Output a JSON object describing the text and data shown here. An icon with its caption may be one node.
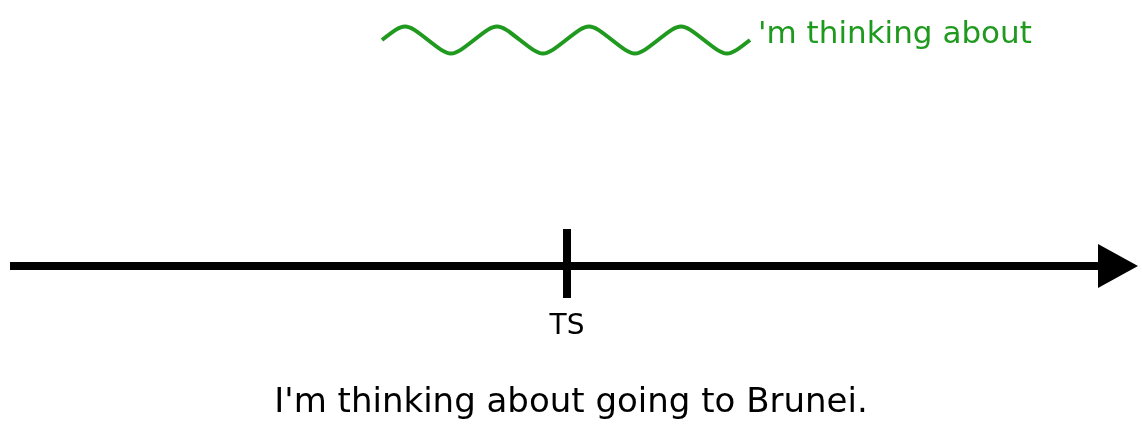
{
  "diagram": {
    "caption": "I'm thinking about going to Brunei.",
    "labels": [
      "'m thinking about",
      "TS"
    ]
  }
}
